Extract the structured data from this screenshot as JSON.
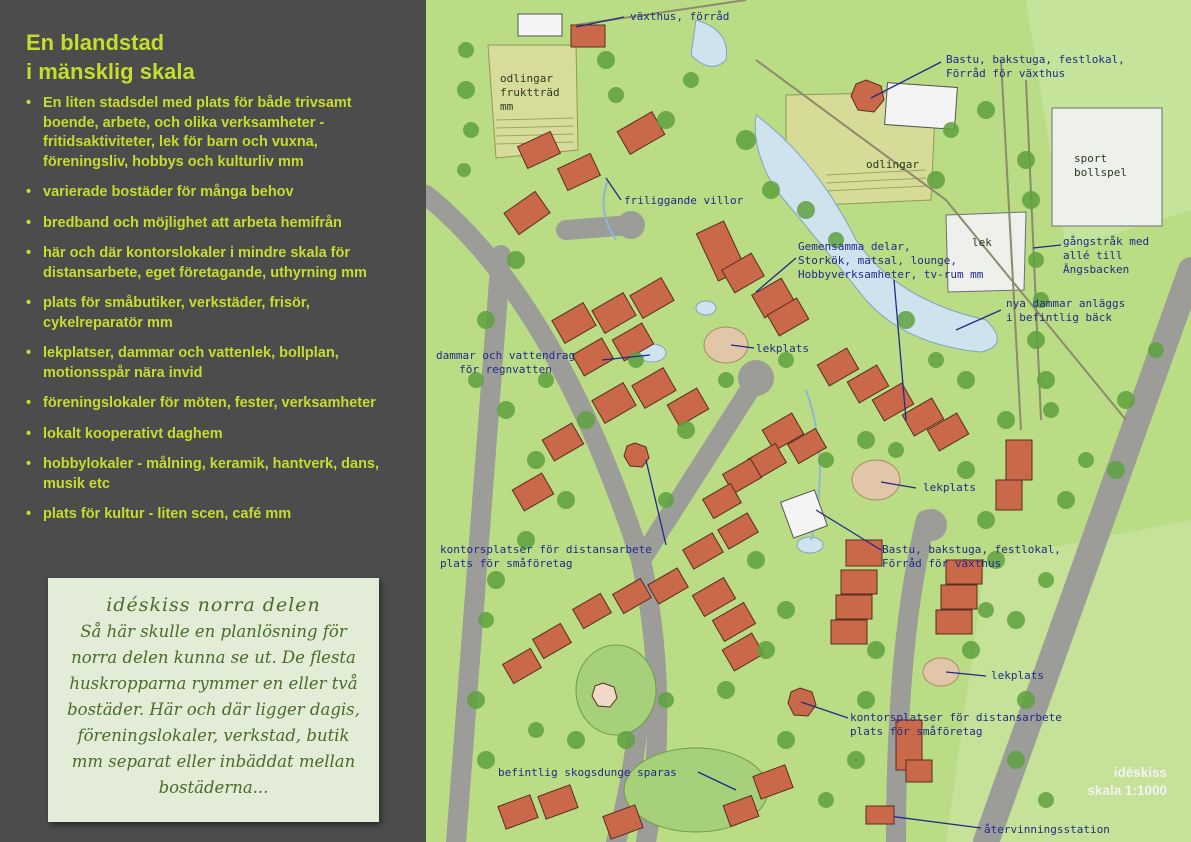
{
  "heading": {
    "line1": "En blandstad",
    "line2": "i mänsklig skala"
  },
  "bullets": [
    "En liten stadsdel med plats för både trivsamt boende, arbete, och olika verksamheter - fritidsaktiviteter, lek för barn och vuxna, föreningsliv, hobbys och kulturliv mm",
    "varierade bostäder för många behov",
    "bredband och möjlighet att arbeta hemifrån",
    "här och där kontorslokaler i mindre skala för distansarbete, eget företagande, uthyrning mm",
    "plats för småbutiker, verkstäder, frisör, cykelreparatör mm",
    "lekplatser, dammar och vattenlek, bollplan, motionsspår nära invid",
    "föreningslokaler för möten, fester, verksamheter",
    "lokalt kooperativt daghem",
    "hobbylokaler - målning, keramik, hantverk, dans, musik etc",
    "plats för kultur - liten scen, café mm"
  ],
  "note": {
    "title": "idéskiss  norra delen",
    "body": "Så här skulle en planlösning för norra delen kunna se ut. De flesta huskropparna rymmer en eller två bostäder. Här och där ligger dagis, föreningslokaler, verkstad, butik mm separat eller inbäddat mellan bostäderna..."
  },
  "map": {
    "zones": {
      "odlingar_frukt": "odlingar\nfruktträd\nmm",
      "odlingar": "odlingar",
      "sport": "sport\nbollspel",
      "lek": "lek"
    },
    "labels": {
      "vaxthus": "växthus, förråd",
      "bastu_top": "Bastu, bakstuga, festlokal,\nFörråd för växthus",
      "friliggande": "friliggande villor",
      "gemensamma": "Gemensamma delar,\nStorkök, matsal, lounge,\nHobbyverksamheter, tv-rum mm",
      "gangstrak": "gångstråk med\nallé till Ängsbacken",
      "nya_dammar": "nya dammar anläggs\ni befintlig bäck",
      "dammar_vatten": "dammar och vattendrag\nför regnvatten",
      "lekplats1": "lekplats",
      "lekplats2": "lekplats",
      "lekplats3": "lekplats",
      "kontor1": "kontorsplatser för distansarbete\nplats för småföretag",
      "bastu_mid": "Bastu, bakstuga, festlokal,\nFörråd för växthus",
      "kontor2": "kontorsplatser för distansarbete\nplats för småföretag",
      "skogsdunge": "befintlig skogsdunge sparas",
      "atervinning": "återvinningsstation"
    },
    "scale": {
      "line1": "idéskiss",
      "line2": "skala 1:1000"
    },
    "colors": {
      "grass": "#b9dc84",
      "road": "#9c9c98",
      "roof": "#c9694a",
      "water": "#cfe3ef",
      "tree": "#5fa23e",
      "label": "#222a8a"
    }
  }
}
